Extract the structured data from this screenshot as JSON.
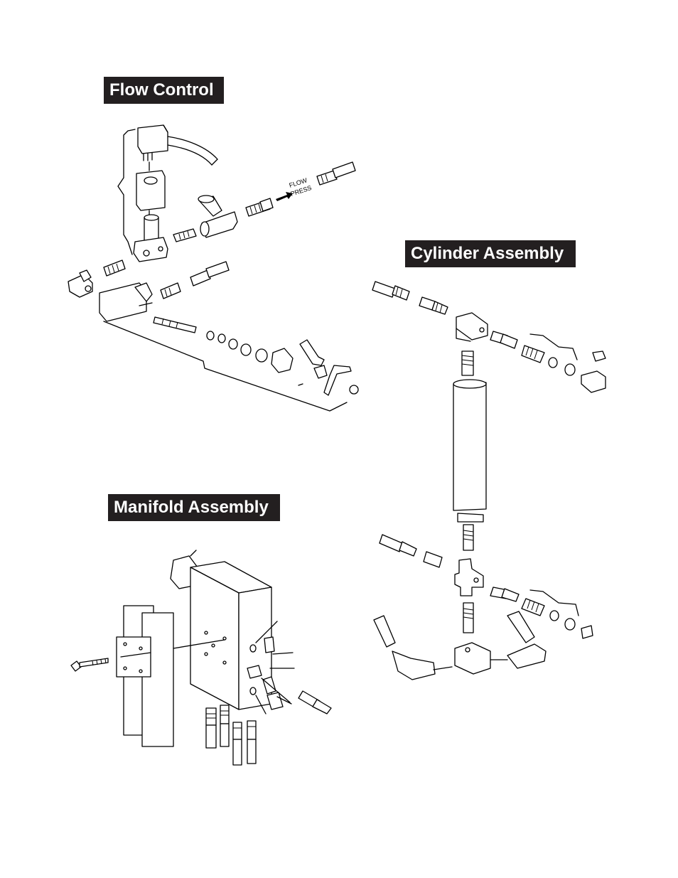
{
  "sections": {
    "flow_control": {
      "title": "Flow Control"
    },
    "cylinder_assembly": {
      "title": "Cylinder Assembly"
    },
    "manifold_assembly": {
      "title": "Manifold Assembly"
    }
  },
  "labels": {
    "flow": "FLOW",
    "press": "PRESS"
  }
}
